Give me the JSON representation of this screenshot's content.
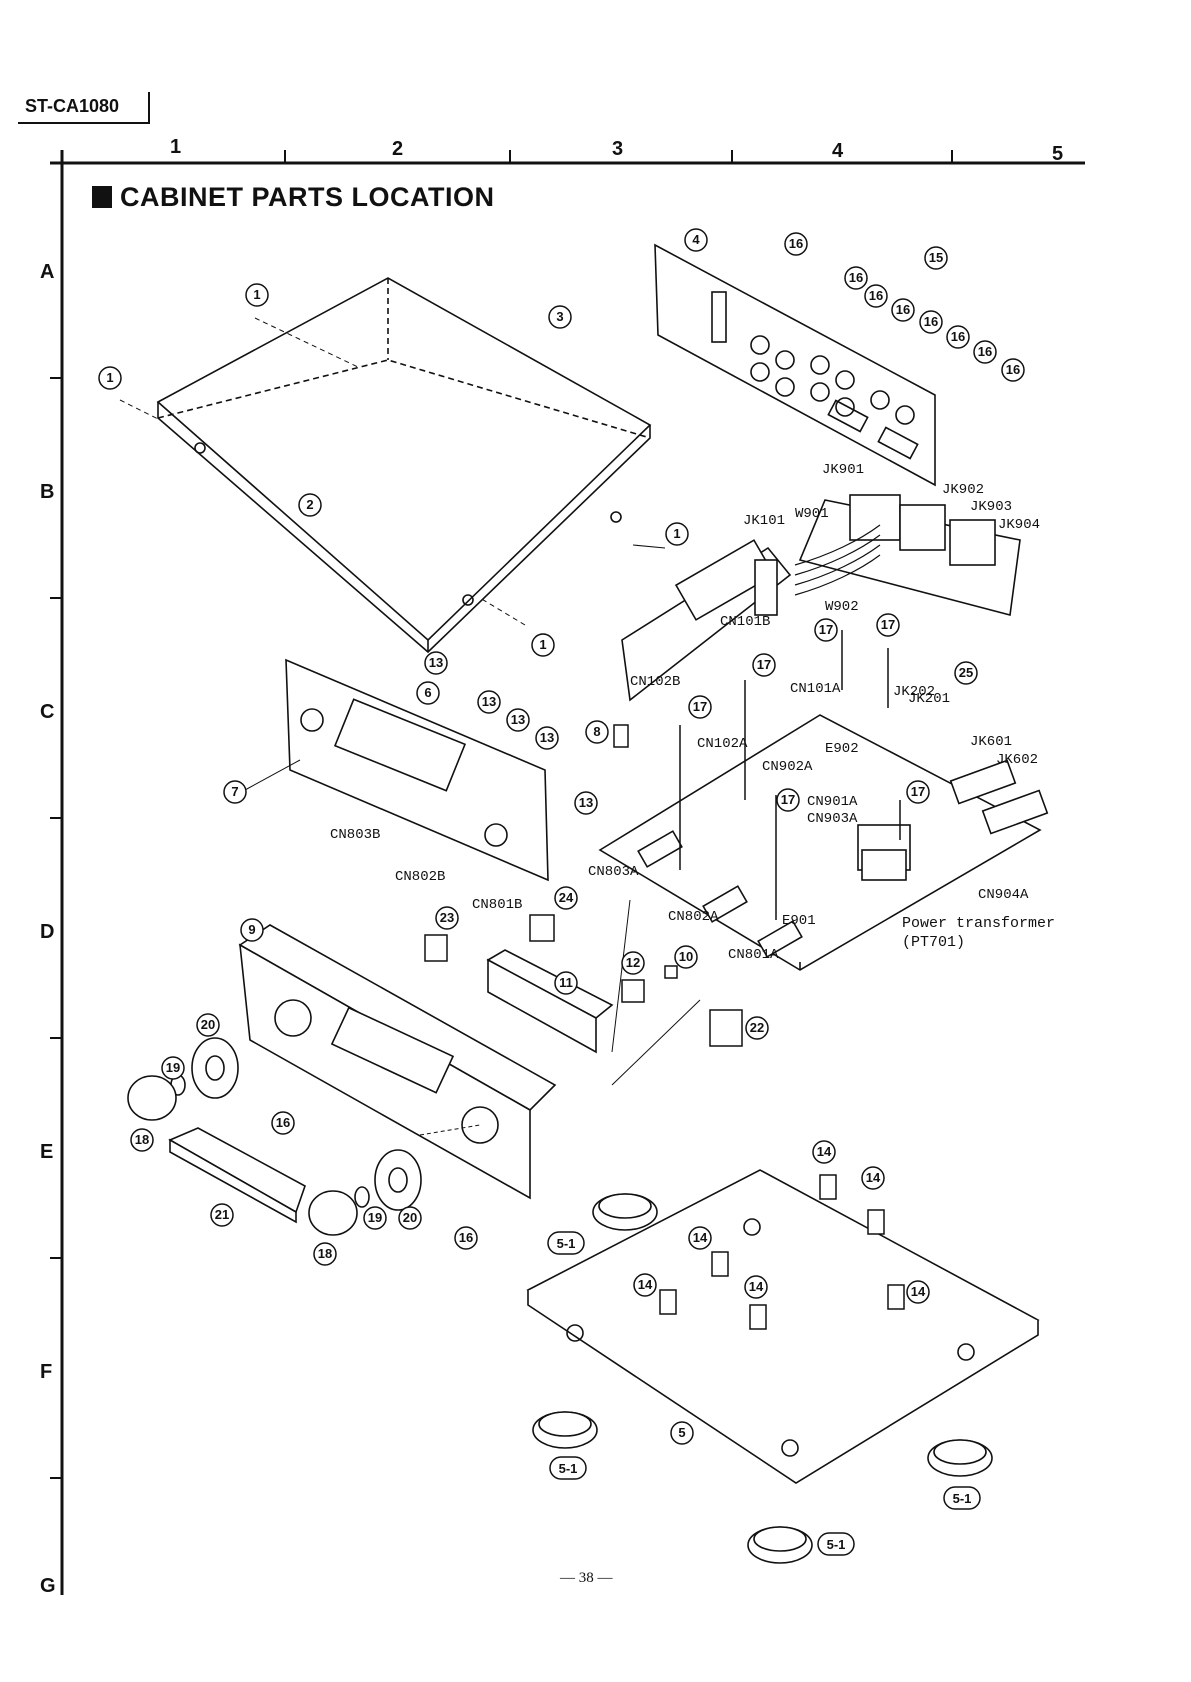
{
  "header": {
    "model": "ST-CA1080",
    "title": "CABINET PARTS LOCATION"
  },
  "grid": {
    "columns": [
      "1",
      "2",
      "3",
      "4",
      "5"
    ],
    "rows": [
      "A",
      "B",
      "C",
      "D",
      "E",
      "F",
      "G"
    ]
  },
  "part_callouts": [
    "1",
    "2",
    "3",
    "4",
    "5",
    "5-1",
    "6",
    "7",
    "8",
    "9",
    "10",
    "11",
    "12",
    "13",
    "14",
    "15",
    "16",
    "17",
    "18",
    "19",
    "20",
    "21",
    "22",
    "23",
    "24",
    "25"
  ],
  "component_labels": {
    "jk901": "JK901",
    "jk902": "JK902",
    "jk903": "JK903",
    "jk904": "JK904",
    "jk101": "JK101",
    "w901": "W901",
    "w902": "W902",
    "cn101b": "CN101B",
    "cn102b": "CN102B",
    "cn101a": "CN101A",
    "cn102a": "CN102A",
    "cn902a": "CN902A",
    "cn901a": "CN901A",
    "cn903a": "CN903A",
    "cn904a": "CN904A",
    "cn803a": "CN803A",
    "cn802a": "CN802A",
    "cn801a": "CN801A",
    "cn803b": "CN803B",
    "cn802b": "CN802B",
    "cn801b": "CN801B",
    "jk202": "JK202",
    "jk201": "JK201",
    "jk601": "JK601",
    "jk602": "JK602",
    "e902": "E902",
    "e901": "E901",
    "power_transformer_line1": "Power transformer",
    "power_transformer_line2": "(PT701)"
  },
  "footer": {
    "page_number": "— 38 —"
  }
}
